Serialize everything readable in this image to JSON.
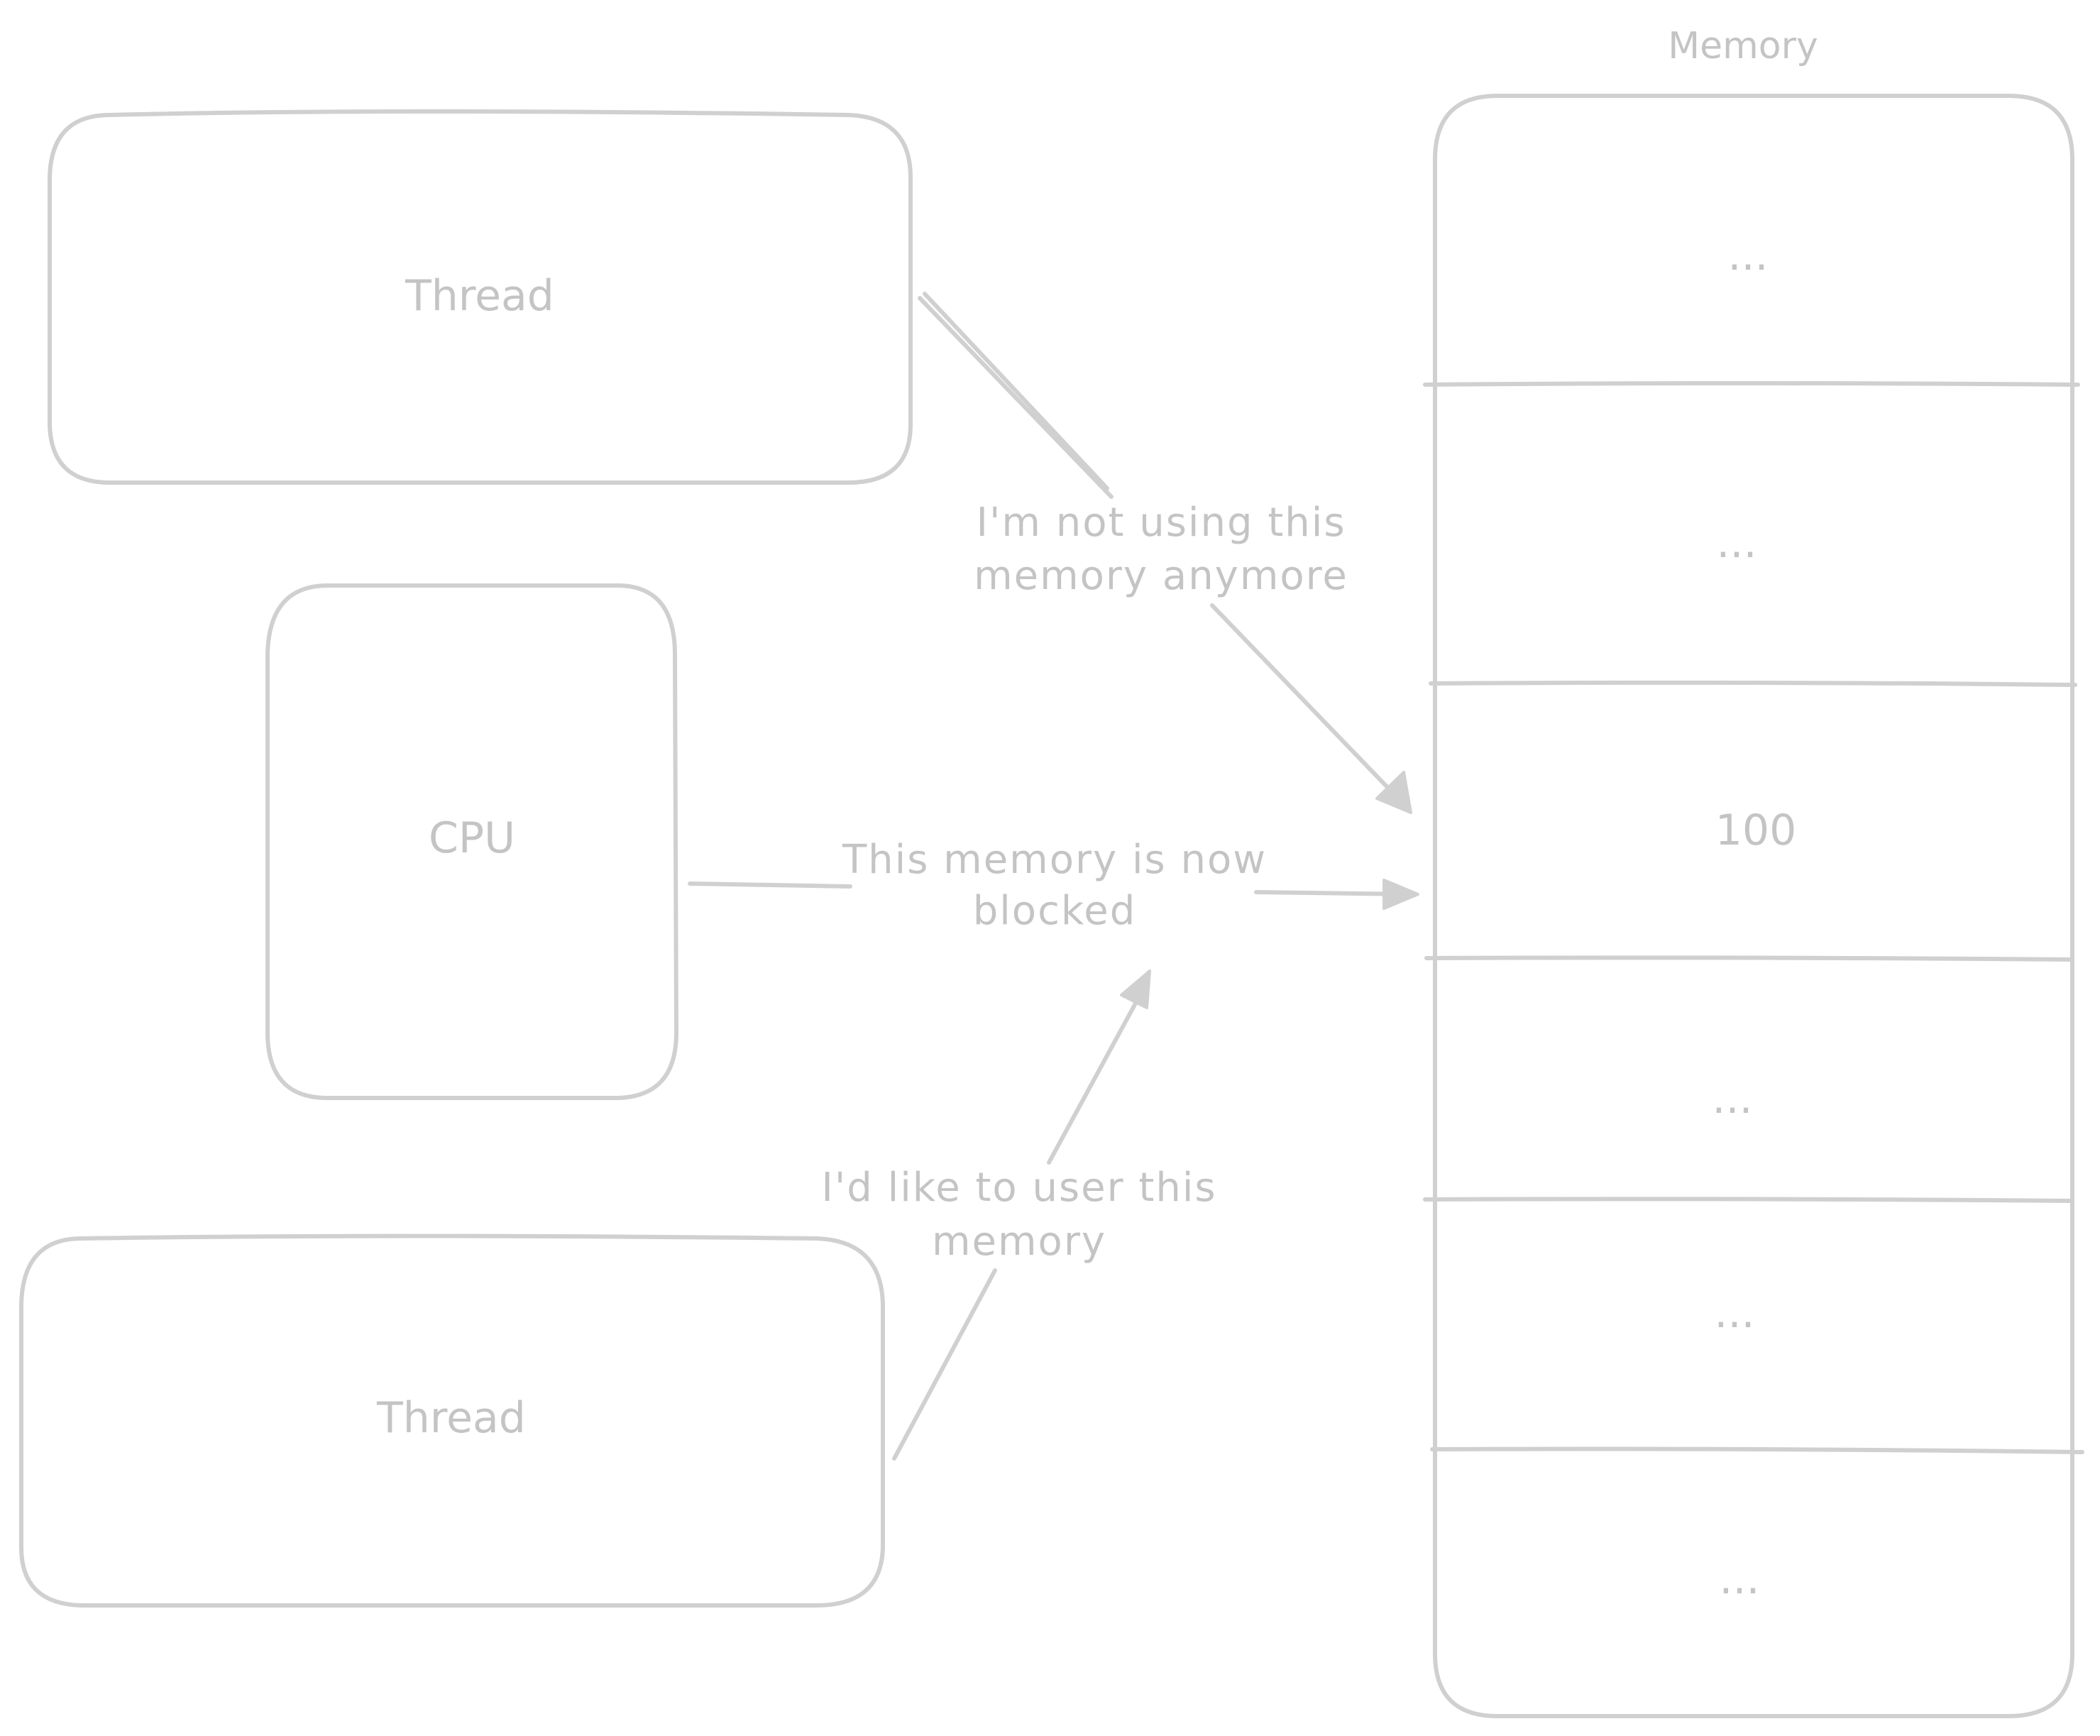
{
  "diagram": {
    "nodes": {
      "thread_top": {
        "label": "Thread"
      },
      "cpu": {
        "label": "CPU"
      },
      "thread_bottom": {
        "label": "Thread"
      },
      "memory": {
        "title": "Memory",
        "cells": [
          "...",
          "...",
          "100",
          "...",
          "...",
          "..."
        ]
      }
    },
    "edges": {
      "release": {
        "from": "thread_top",
        "to": "memory_cell_3",
        "label_lines": [
          "I'm not using this",
          "memory anymore"
        ]
      },
      "block": {
        "from": "cpu",
        "to": "memory_cell_3",
        "label_lines": [
          "This memory is now",
          "blocked"
        ]
      },
      "request": {
        "from": "thread_bottom",
        "to": "block",
        "label_lines": [
          "I'd like to user this",
          "memory"
        ]
      }
    },
    "colors": {
      "stroke": "#d0d0d0",
      "text": "#c4c4c4",
      "background": "#ffffff"
    }
  }
}
